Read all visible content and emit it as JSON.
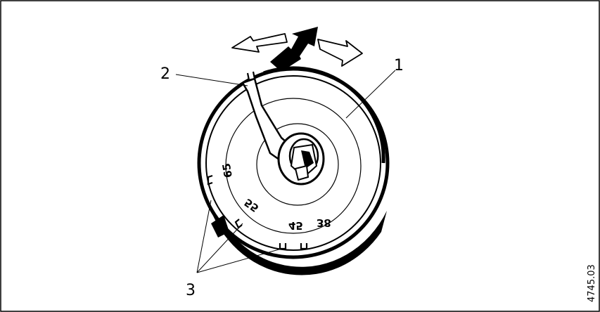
{
  "callouts": {
    "dial": "1",
    "pointer": "2",
    "notches": "3"
  },
  "scale_marks": [
    "65",
    "55",
    "45",
    "38"
  ],
  "figure_number": "4745.03",
  "colors": {
    "line": "#000000",
    "background": "#ffffff"
  }
}
